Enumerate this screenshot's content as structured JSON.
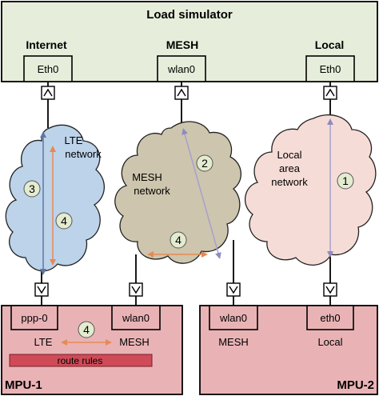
{
  "load_simulator": {
    "title": "Load simulator",
    "ports": [
      {
        "group": "Internet",
        "name": "Eth0"
      },
      {
        "group": "MESH",
        "name": "wlan0"
      },
      {
        "group": "Local",
        "name": "Eth0"
      }
    ]
  },
  "clouds": {
    "lte": {
      "line1": "LTE",
      "line2": "network"
    },
    "mesh": {
      "line1": "MESH",
      "line2": "network"
    },
    "local": {
      "line1": "Local",
      "line2": "area",
      "line3": "network"
    }
  },
  "markers": {
    "m1": "1",
    "m2": "2",
    "m3": "3",
    "m4_lte": "4",
    "m4_mesh": "4",
    "m4_mpu1": "4"
  },
  "mpu1": {
    "name": "MPU-1",
    "port_ppp": "ppp-0",
    "port_wlan": "wlan0",
    "label_lte": "LTE",
    "label_mesh": "MESH",
    "route_rules": "route rules"
  },
  "mpu2": {
    "name": "MPU-2",
    "port_wlan": "wlan0",
    "port_eth": "eth0",
    "label_mesh": "MESH",
    "label_local": "Local"
  },
  "colors": {
    "top_box": "#e6eedb",
    "mpu_box": "#e9b3b6",
    "route_bar": "#cf4b57",
    "lte_cloud": "#bcd3ea",
    "mesh_cloud": "#cdc5ad",
    "local_cloud": "#f6dcd7",
    "marker": "#e4ecd0",
    "arrow_orange": "#e58a55",
    "arrow_purple": "#a6a1cf"
  }
}
